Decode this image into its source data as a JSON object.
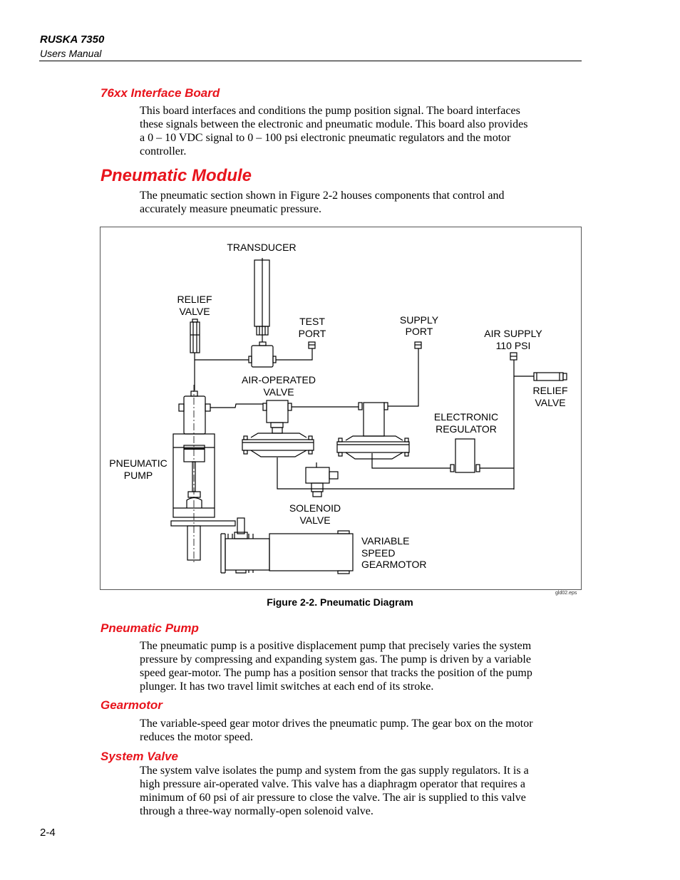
{
  "header": {
    "title": "RUSKA 7350",
    "subtitle": "Users Manual"
  },
  "sections": [
    {
      "heading": "76xx Interface Board",
      "lines": [
        "This board interfaces and conditions the pump position signal. The board interfaces",
        "these signals between the electronic and pneumatic module. This board also provides",
        "a 0 – 10 VDC signal to 0 – 100 psi electronic pneumatic regulators and the motor",
        "controller."
      ]
    },
    {
      "heading": "Pneumatic Module",
      "lines": [
        "The pneumatic section shown in Figure 2-2 houses components that control and",
        "accurately measure pneumatic pressure."
      ]
    },
    {
      "heading": "Pneumatic Pump",
      "lines": [
        "The pneumatic pump is a positive displacement pump that precisely varies the system",
        "pressure by compressing and expanding system gas. The pump is driven by a variable",
        "speed gear-motor. The pump has a position sensor that tracks the position of the pump",
        "plunger. It has two travel limit switches at each end of its stroke."
      ]
    },
    {
      "heading": "Gearmotor",
      "lines": [
        "The variable-speed gear motor drives the pneumatic pump. The gear box on the motor",
        "reduces the motor speed."
      ]
    },
    {
      "heading": "System Valve",
      "lines": [
        "The system valve isolates the pump and system from the gas supply regulators. It is a",
        "high pressure air-operated valve. This valve has a diaphragm operator that requires a",
        "minimum of 60 psi of air pressure to close the valve. The air is supplied to this valve",
        "through a three-way normally-open solenoid valve."
      ]
    }
  ],
  "figure": {
    "caption": "Figure 2-2. Pneumatic Diagram",
    "file": "gld02.eps",
    "labels": {
      "transducer": [
        "TRANSDUCER"
      ],
      "relief_left": [
        "RELIEF",
        "VALVE"
      ],
      "test_port": [
        "TEST",
        "PORT"
      ],
      "supply_port": [
        "SUPPLY",
        "PORT"
      ],
      "air_supply": [
        "AIR SUPPLY",
        "110 PSI"
      ],
      "relief_right": [
        "RELIEF",
        "VALVE"
      ],
      "air_operated": [
        "AIR-OPERATED",
        "VALVE"
      ],
      "electronic_regulator": [
        "ELECTRONIC",
        "REGULATOR"
      ],
      "pneumatic_pump": [
        "PNEUMATIC",
        "PUMP"
      ],
      "solenoid": [
        "SOLENOID",
        "VALVE"
      ],
      "gearmotor": [
        "VARIABLE",
        "SPEED",
        "GEARMOTOR"
      ]
    }
  },
  "page_number": "2-4",
  "colors": {
    "heading": "#e8141c",
    "text": "#000000"
  }
}
